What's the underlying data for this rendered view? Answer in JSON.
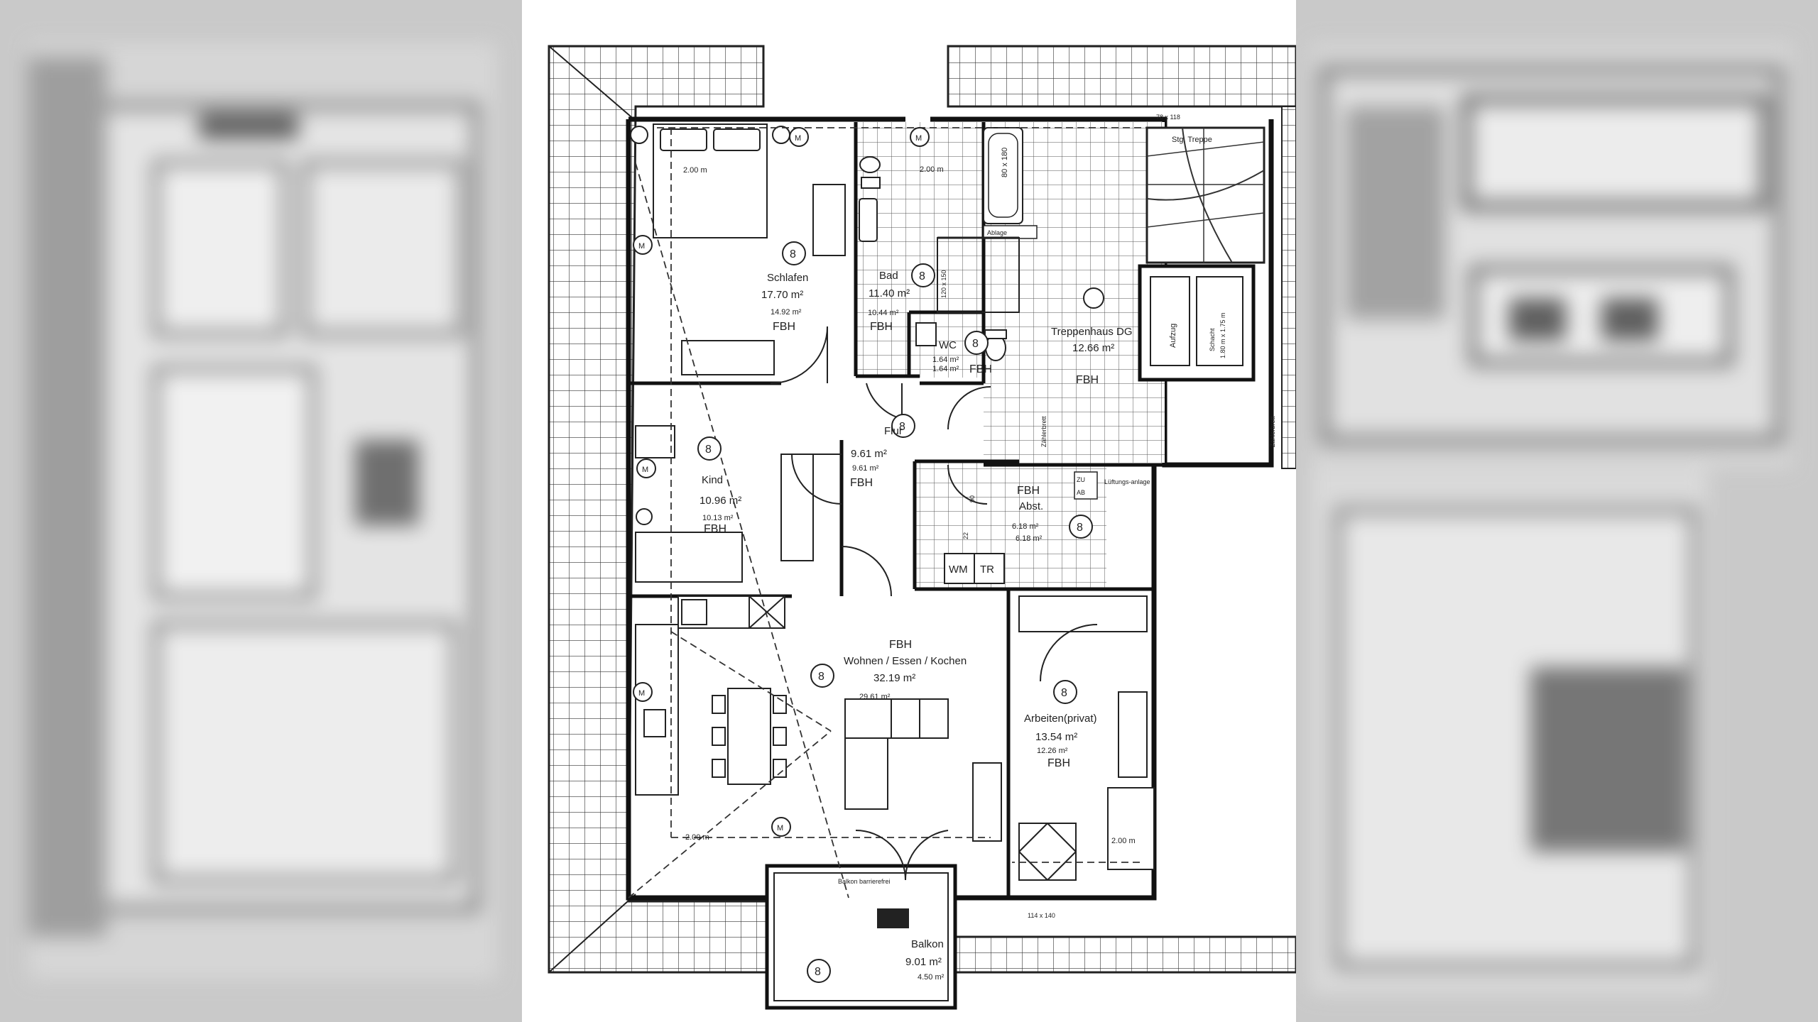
{
  "rooms": {
    "schlafen": {
      "name": "Schlafen",
      "area": "17.70 m²",
      "sub": "14.92 m²",
      "heating": "FBH",
      "dim": "2.00 m",
      "badge": "8"
    },
    "bad": {
      "name": "Bad",
      "area": "11.40 m²",
      "sub": "10.44 m²",
      "heating": "FBH",
      "dim": "2.00 m",
      "badge": "8"
    },
    "wc": {
      "name": "WC",
      "area": "1.64 m²",
      "sub": "1.64 m²",
      "heating": "FBH",
      "badge": "8"
    },
    "treppenhaus": {
      "name": "Treppenhaus DG",
      "area": "12.66 m²",
      "heating": "FBH",
      "stairs": "Stg. Treppe",
      "stair_dims": "78 x 118",
      "lift": "Aufzug",
      "shaft": "Schacht",
      "shaft_dims": "1.80 m x 1.75 m"
    },
    "flur": {
      "name": "Flur",
      "area": "9.61 m²",
      "sub": "9.61 m²",
      "heating": "FBH",
      "badge": "8"
    },
    "kind": {
      "name": "Kind",
      "area": "10.96 m²",
      "sub": "10.13 m²",
      "heating": "FBH",
      "badge": "8"
    },
    "abst": {
      "name": "Abst.",
      "heating": "FBH",
      "area": "6.18 m²",
      "sub": "6.18 m²",
      "badge": "8",
      "zu": "ZU",
      "ab": "AB",
      "lueftung": "Lüftungs-anlage",
      "wm": "WM",
      "tr": "TR",
      "dim_90": "90",
      "dim_22": "22"
    },
    "wohnen": {
      "name": "Wohnen / Essen / Kochen",
      "area": "32.19 m²",
      "sub": "29.61 m²",
      "heating": "FBH",
      "dim": "2.00 m",
      "badge": "8"
    },
    "arbeiten": {
      "name": "Arbeiten(privat)",
      "area": "13.54 m²",
      "sub": "12.26 m²",
      "heating": "FBH",
      "dim": "2.00 m",
      "badge": "8",
      "window": "114 x 140"
    },
    "balkon": {
      "name": "Balkon",
      "area": "9.01 m²",
      "sub": "4.50 m²",
      "label": "Balkon barrierefrei",
      "badge": "8"
    }
  },
  "fixtures": {
    "bathtub": "80 x 180",
    "ablage": "Ablage",
    "shower": "120 x 150",
    "motor": "M",
    "vertical_label": "Zählerbrett"
  },
  "colors": {
    "line": "#222222",
    "sheet": "#ffffff",
    "background": "#bdbdbd"
  }
}
